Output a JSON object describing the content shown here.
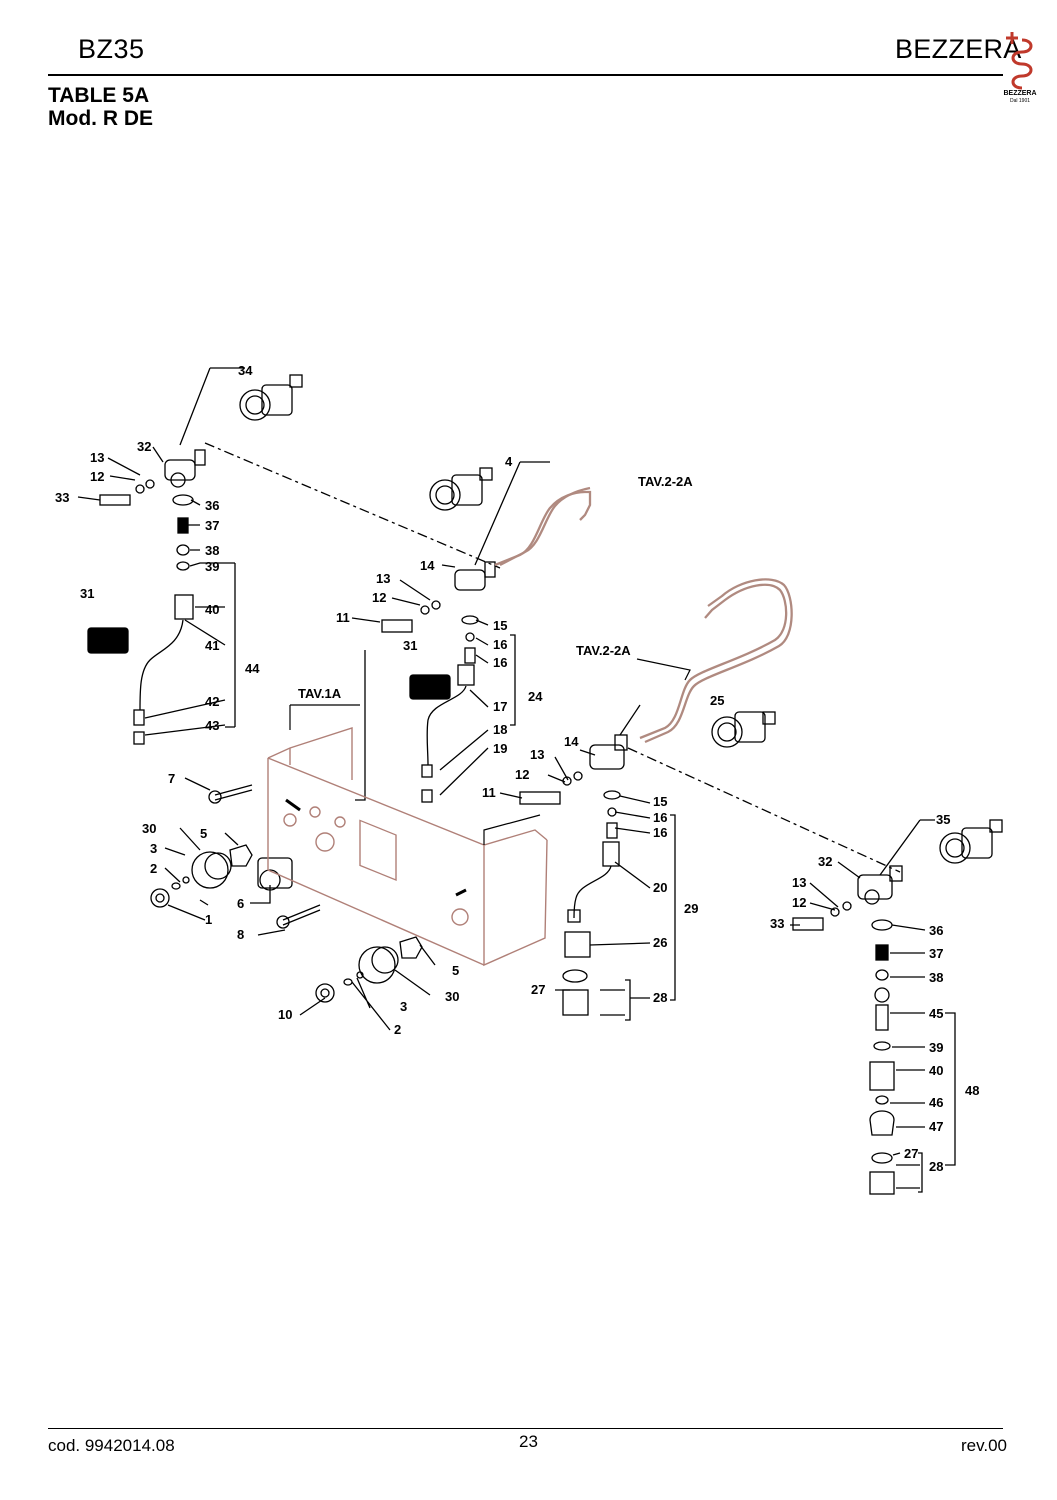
{
  "header": {
    "model": "BZ35",
    "brand": "BEZZERA",
    "logo_text": "BEZZERA",
    "logo_subtext": "Dal 1901"
  },
  "title": {
    "line1": "TABLE 5A",
    "line2": "Mod. R DE"
  },
  "references": {
    "tav1a": "TAV.1A",
    "tav22a_top": "TAV.2-2A",
    "tav22a_mid": "TAV.2-2A"
  },
  "part_numbers": [
    "1",
    "2",
    "3",
    "4",
    "5",
    "6",
    "7",
    "8",
    "10",
    "11",
    "12",
    "13",
    "14",
    "15",
    "16",
    "17",
    "18",
    "19",
    "20",
    "24",
    "25",
    "26",
    "27",
    "28",
    "29",
    "30",
    "31",
    "32",
    "33",
    "34",
    "35",
    "36",
    "37",
    "38",
    "39",
    "40",
    "41",
    "42",
    "43",
    "44",
    "45",
    "46",
    "47",
    "48"
  ],
  "footer": {
    "code": "cod. 9942014.08",
    "page": "23",
    "revision": "rev.00"
  },
  "colors": {
    "pipe": "#b08a80",
    "panel": "#b08078",
    "line": "#000000"
  }
}
